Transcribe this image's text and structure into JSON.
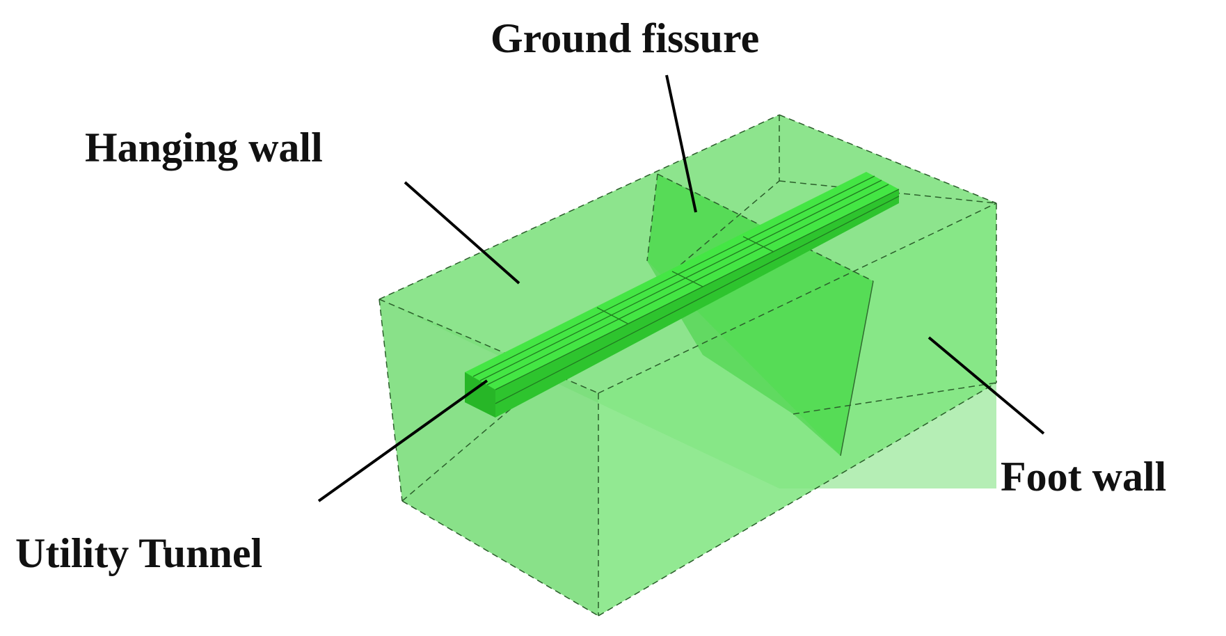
{
  "labels": {
    "ground_fissure": "Ground fissure",
    "hanging_wall": "Hanging wall",
    "foot_wall": "Foot wall",
    "utility_tunnel": "Utility Tunnel"
  },
  "colors": {
    "block_fill": "#7fe57f",
    "block_face_top": "#86e286",
    "block_face_back": "#6fd56f",
    "fissure_plane": "#48d848",
    "tunnel_fill": "#33cc33",
    "tunnel_top": "#44e644",
    "leader_line": "#000000",
    "label_text": "#111111"
  }
}
